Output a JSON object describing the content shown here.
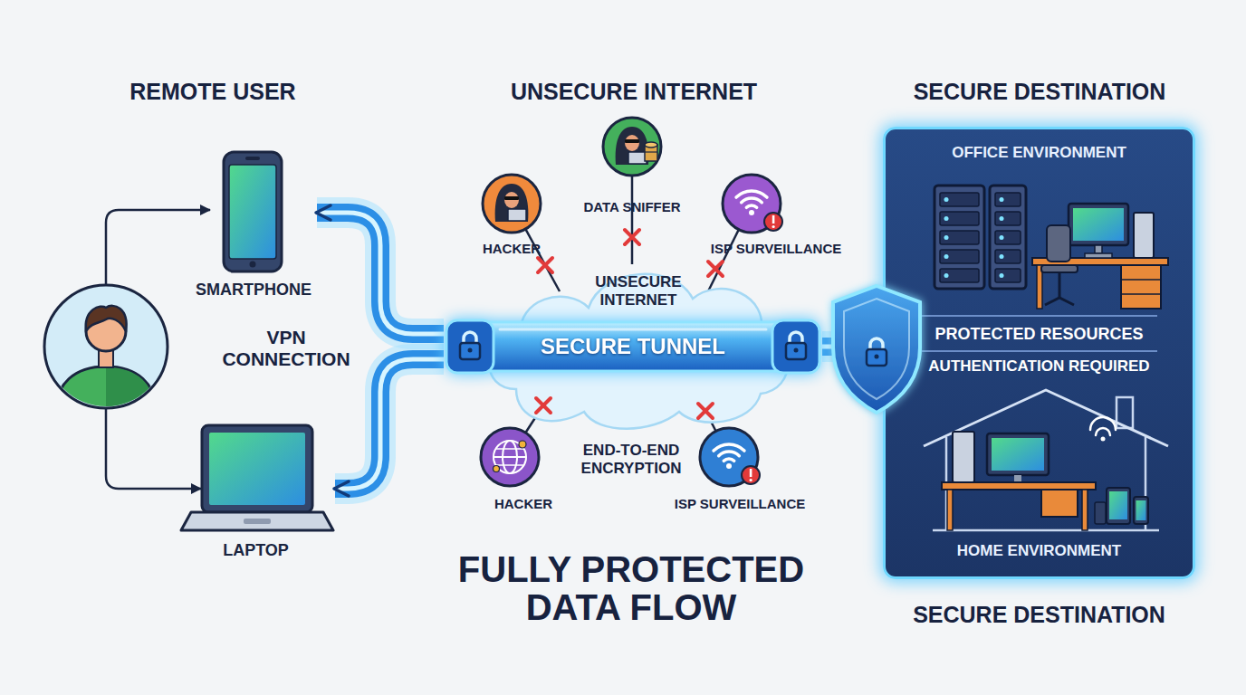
{
  "diagram": {
    "caption": "FULLY PROTECTED DATA FLOW",
    "nodes": [
      {
        "text": [
          "SMARTPHONE"
        ]
      },
      {
        "text": [
          "LAPTOP"
        ]
      },
      {
        "text": [
          "UNSECURE INTERNET"
        ]
      },
      {
        "text": [
          "SECURE TUNNEL"
        ]
      },
      {
        "text": [
          "PROTECTED RESOURCES",
          "AUTHENTICATION REQUIRED",
          "SECURE DESTINATION"
        ]
      },
      {
        "text": [
          "OFFICE ENVIRONMENT"
        ],
        "in": 4
      },
      {
        "text": [
          "HOME ENVIRONMENT"
        ],
        "in": 4
      }
    ],
    "edges": [
      {
        "from": 3,
        "to": 0,
        "arrow": "to"
      },
      {
        "from": 3,
        "to": 1,
        "arrow": "to"
      },
      {
        "from": 3,
        "to": 4,
        "arrow": "none"
      }
    ],
    "labels": [
      "REMOTE USER",
      "UNSECURE INTERNET",
      "SECURE DESTINATION",
      "VPN CONNECTION",
      "HACKER",
      "DATA SNIFFER",
      "ISP SURVEILLANCE",
      "END-TO-END ENCRYPTION",
      "HACKER",
      "ISP SURVEILLANCE"
    ]
  }
}
